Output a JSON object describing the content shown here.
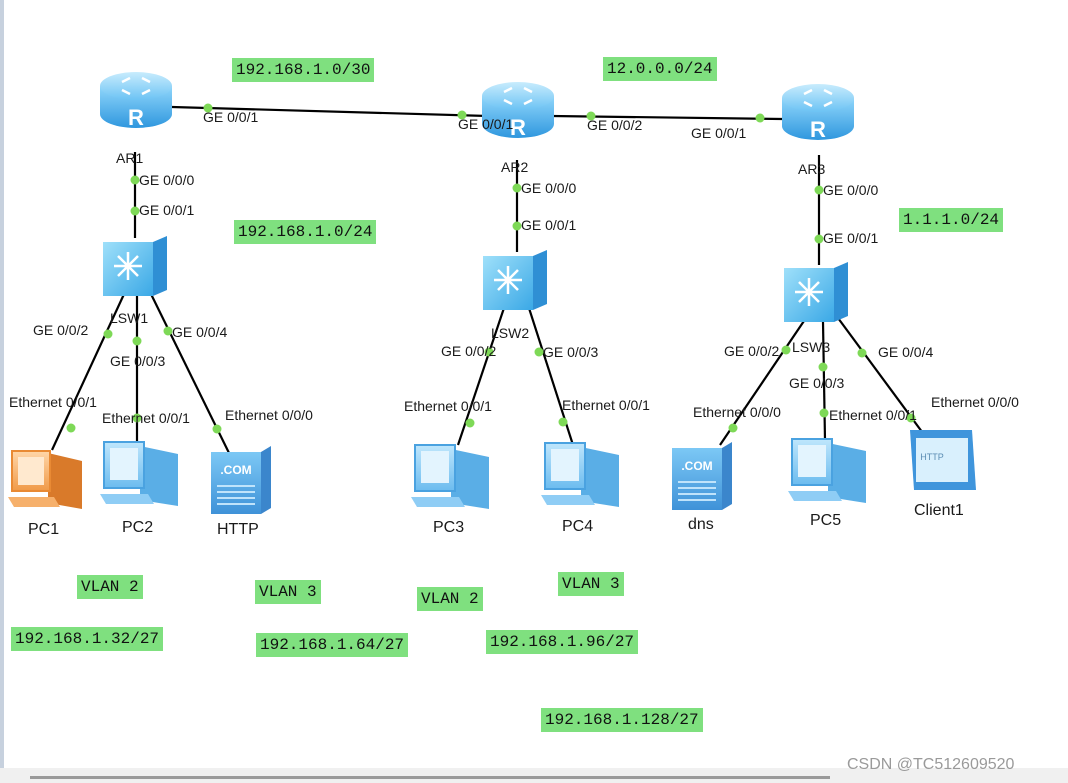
{
  "devices": {
    "ar1": "AR1",
    "ar2": "AR2",
    "ar3": "AR3",
    "lsw1": "LSW1",
    "lsw2": "LSW2",
    "lsw3": "LSW3",
    "pc1": "PC1",
    "pc2": "PC2",
    "http": "HTTP",
    "pc3": "PC3",
    "pc4": "PC4",
    "dns": "dns",
    "pc5": "PC5",
    "client1": "Client1"
  },
  "ports": {
    "ar1_ge001": "GE 0/0/1",
    "ar2_ge001": "GE 0/0/1",
    "ar2_ge002": "GE 0/0/2",
    "ar3_ge001": "GE 0/0/1",
    "ar1_ge000": "GE 0/0/0",
    "lsw1_ge001": "GE 0/0/1",
    "ar2_ge000": "GE 0/0/0",
    "lsw2_ge001": "GE 0/0/1",
    "ar3_ge000": "GE 0/0/0",
    "lsw3_ge001": "GE 0/0/1",
    "lsw1_ge002": "GE 0/0/2",
    "lsw1_ge003": "GE 0/0/3",
    "lsw1_ge004": "GE 0/0/4",
    "lsw2_ge002": "GE 0/0/2",
    "lsw2_ge003": "GE 0/0/3",
    "lsw3_ge002": "GE 0/0/2",
    "lsw3_ge003": "GE 0/0/3",
    "lsw3_ge004": "GE 0/0/4",
    "pc1_eth": "Ethernet 0/0/1",
    "pc2_eth": "Ethernet 0/0/1",
    "http_eth": "Ethernet 0/0/0",
    "pc3_eth": "Ethernet 0/0/1",
    "pc4_eth": "Ethernet 0/0/1",
    "dns_eth": "Ethernet 0/0/0",
    "pc5_eth": "Ethernet 0/0/1",
    "client1_eth": "Ethernet 0/0/0"
  },
  "networks": {
    "ar1_ar2": "192.168.1.0/30",
    "ar2_ar3": "12.0.0.0/24",
    "lsw1_net": "192.168.1.0/24",
    "lsw3_net": "1.1.1.0/24",
    "vlan2_left": "VLAN 2",
    "vlan3_left": "VLAN 3",
    "vlan2_mid": "VLAN 2",
    "vlan3_right": "VLAN 3",
    "subnet_32": "192.168.1.32/27",
    "subnet_64": "192.168.1.64/27",
    "subnet_96": "192.168.1.96/27",
    "subnet_128": "192.168.1.128/27"
  },
  "icon_names": {
    "router": "router-icon",
    "switch": "switch-icon",
    "pc": "pc-icon",
    "server": "server-icon",
    "client": "http-client-icon"
  },
  "colors": {
    "link": "#000000",
    "port_dot": "#7ed957",
    "network_label_bg": "#7fe07f",
    "router_blue": "#47aee8",
    "switch_blue": "#5cc3f0",
    "pc1_orange": "#f5a35a"
  },
  "watermark": "CSDN @TC512609520"
}
